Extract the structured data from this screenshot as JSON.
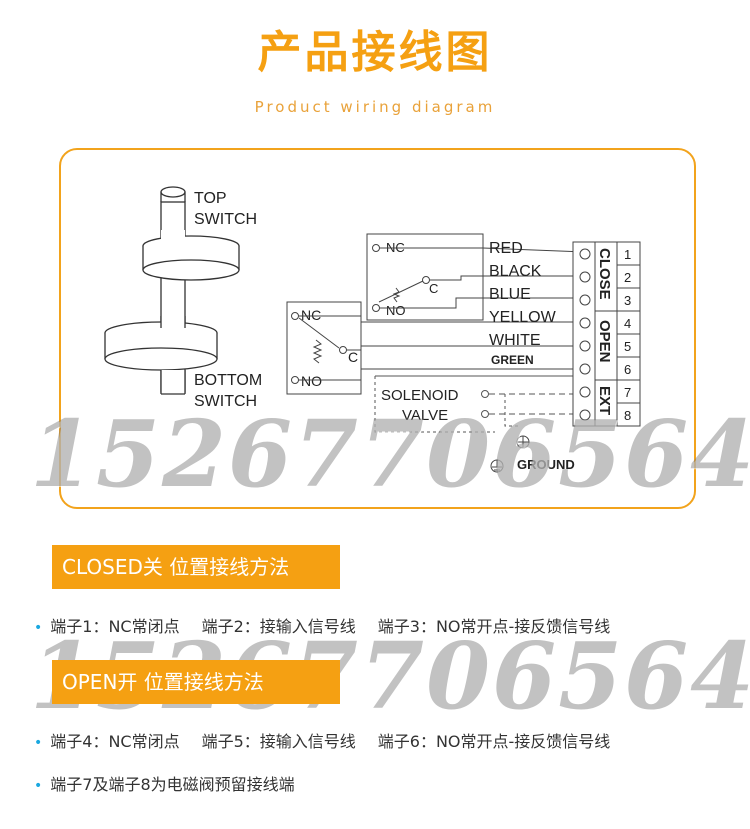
{
  "header": {
    "title": "产品接线图",
    "subtitle": "Product wiring diagram"
  },
  "diagram": {
    "top_switch": [
      "TOP",
      "SWITCH"
    ],
    "bottom_switch": [
      "BOTTOM",
      "SWITCH"
    ],
    "upper_switch": {
      "nc": "NC",
      "c": "C",
      "no": "NO"
    },
    "lower_switch": {
      "nc": "NC",
      "c": "C",
      "no": "NO"
    },
    "wires": [
      "RED",
      "BLACK",
      "BLUE",
      "YELLOW",
      "WHITE",
      "GREEN"
    ],
    "solenoid": [
      "SOLENOID",
      "VALVE"
    ],
    "ground": "GROUND",
    "terminals": [
      "1",
      "2",
      "3",
      "4",
      "5",
      "6",
      "7",
      "8"
    ],
    "groups": [
      "CLOSE",
      "OPEN",
      "EXT"
    ]
  },
  "watermark": "15267706564",
  "sections": {
    "closed_title": "CLOSED关  位置接线方法",
    "closed_items": [
      "端子1：NC常闭点",
      "端子2：接输入信号线",
      "端子3：NO常开点-接反馈信号线"
    ],
    "open_title": "OPEN开  位置接线方法",
    "open_items": [
      "端子4：NC常闭点",
      "端子5：接输入信号线",
      "端子6：NO常开点-接反馈信号线"
    ],
    "note": "端子7及端子8为电磁阀预留接线端"
  },
  "colors": {
    "accent": "#f5a012",
    "bullet": "#1aa8e0"
  }
}
